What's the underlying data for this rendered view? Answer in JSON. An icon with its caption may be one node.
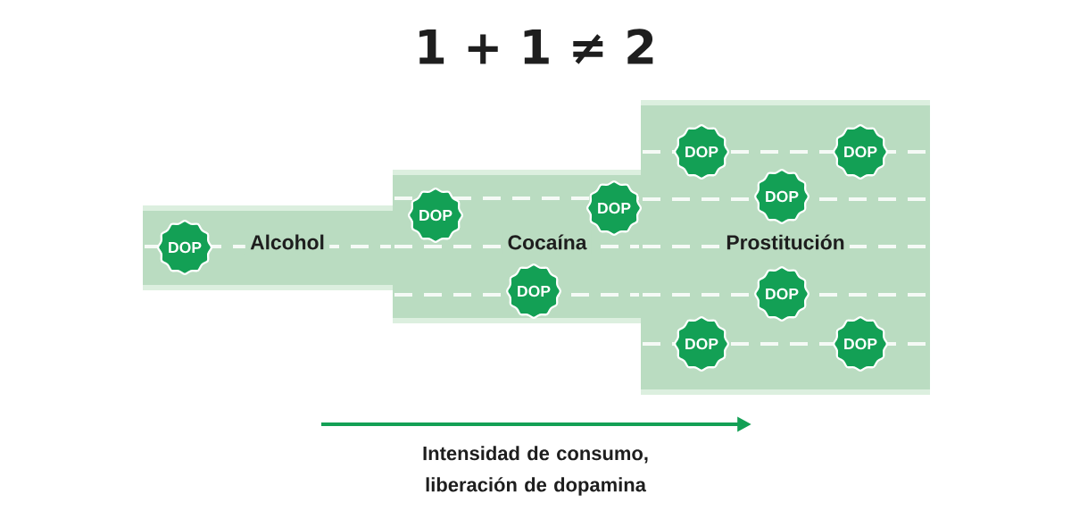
{
  "diagram": {
    "title": "1 + 1 ≠ 2",
    "nodes": [
      {
        "text": [
          "Alcohol"
        ]
      },
      {
        "text": [
          "Cocaína"
        ]
      },
      {
        "text": [
          "Prostitución"
        ]
      },
      {
        "text": [
          "DOP"
        ],
        "in": 0
      },
      {
        "text": [
          "DOP"
        ],
        "in": 1
      },
      {
        "text": [
          "DOP"
        ],
        "in": 1
      },
      {
        "text": [
          "DOP"
        ],
        "in": 1
      },
      {
        "text": [
          "DOP"
        ],
        "in": 2
      },
      {
        "text": [
          "DOP"
        ],
        "in": 2
      },
      {
        "text": [
          "DOP"
        ],
        "in": 2
      },
      {
        "text": [
          "DOP"
        ],
        "in": 2
      },
      {
        "text": [
          "DOP"
        ],
        "in": 2
      },
      {
        "text": [
          "DOP"
        ],
        "in": 2
      }
    ],
    "labels": [
      "Intensidad de consumo, liberación de dopamina"
    ]
  }
}
